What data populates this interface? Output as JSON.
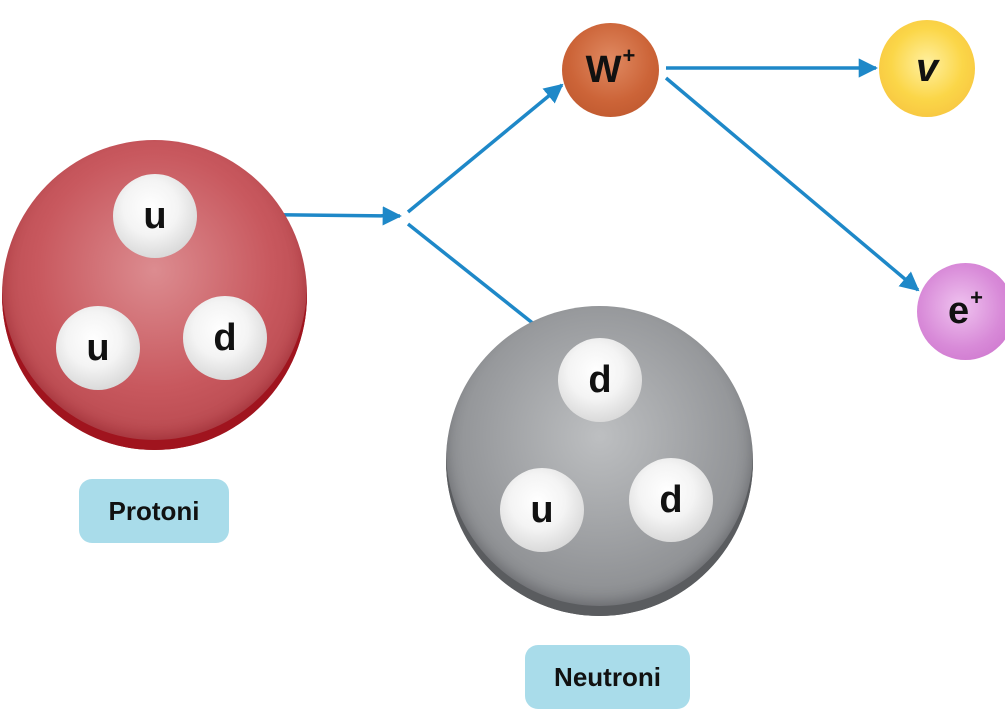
{
  "proton": {
    "label": "Protoni",
    "quarks": [
      "u",
      "u",
      "d"
    ],
    "color": "#c8585e"
  },
  "neutron": {
    "label": "Neutroni",
    "quarks": [
      "d",
      "u",
      "d"
    ],
    "color": "#9a9c9f"
  },
  "w_boson": {
    "symbol": "W",
    "charge": "+",
    "color": "#cc6438"
  },
  "neutrino": {
    "symbol": "v",
    "color": "#fbd648"
  },
  "positron": {
    "symbol": "e",
    "charge": "+",
    "color": "#d88ad8"
  },
  "arrow_color": "#1e88c8",
  "label_box_color": "#a9dcea"
}
